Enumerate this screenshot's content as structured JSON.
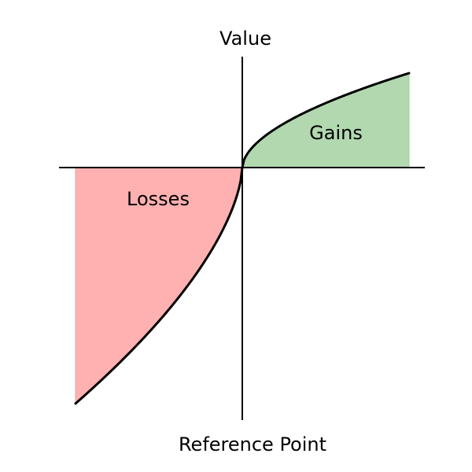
{
  "diagram": {
    "y_axis_label": "Value",
    "x_axis_label": "Reference Point",
    "gains_label": "Gains",
    "losses_label": "Losses"
  },
  "colors": {
    "gains_fill": "#b2d8b0",
    "gains_edge": "#9fcc9c",
    "losses_fill": "#ffb0b0",
    "losses_edge": "#f19e9e",
    "curve": "#000000",
    "axis": "#000000"
  }
}
